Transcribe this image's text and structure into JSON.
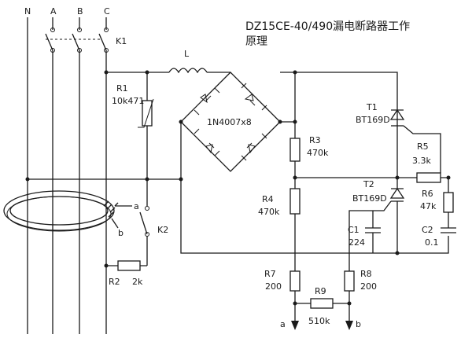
{
  "title_line1": "DZ15CE-40/490漏电断路器工作",
  "title_line2": "原理",
  "lines": {
    "n": "N",
    "a": "A",
    "b": "B",
    "c": "C"
  },
  "switches": {
    "k1": "K1",
    "k2": "K2"
  },
  "inductor": {
    "name": "L"
  },
  "rectifier": {
    "name": "1N4007x8"
  },
  "r1": {
    "name": "R1",
    "value": "10k471"
  },
  "r2": {
    "name": "R2",
    "value": "2k"
  },
  "r3": {
    "name": "R3",
    "value": "470k"
  },
  "r4": {
    "name": "R4",
    "value": "470k"
  },
  "r5": {
    "name": "R5",
    "value": "3.3k"
  },
  "r6": {
    "name": "R6",
    "value": "47k"
  },
  "r7": {
    "name": "R7",
    "value": "200"
  },
  "r8": {
    "name": "R8",
    "value": "200"
  },
  "r9": {
    "name": "R9",
    "value": "510k"
  },
  "t1": {
    "name": "T1",
    "value": "BT169D"
  },
  "t2": {
    "name": "T2",
    "value": "BT169D"
  },
  "c1": {
    "name": "C1",
    "value": "224"
  },
  "c2": {
    "name": "C2",
    "value": "0.1"
  },
  "coil_terms": {
    "a": "a",
    "b": "b"
  },
  "outputs": {
    "a": "a",
    "b": "b"
  }
}
